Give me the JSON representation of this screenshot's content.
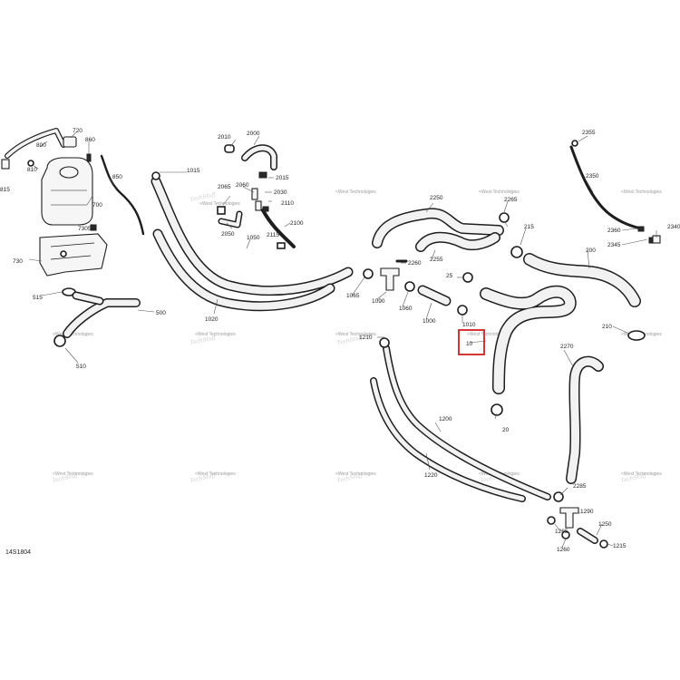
{
  "labels": {
    "p10": "10",
    "p20": "20",
    "p25": "25",
    "p200": "200",
    "p210": "210",
    "p215": "215",
    "p500": "500",
    "p510": "510",
    "p515": "515",
    "p700": "700",
    "p720": "720",
    "p730": "730",
    "p7305": "7305",
    "p800": "800",
    "p810": "810",
    "p815": "815",
    "p850": "850",
    "p860": "860",
    "p1000": "1000",
    "p1010": "1010",
    "p1015": "1015",
    "p1020": "1020",
    "p1050": "1050",
    "p1060": "1060",
    "p1065": "1065",
    "p1090": "1090",
    "p1200": "1200",
    "p1210": "1210",
    "p1215": "1215",
    "p1220": "1220",
    "p1250": "1250",
    "p1260": "1260",
    "p1265": "1265",
    "p1290": "1290",
    "p2000": "2000",
    "p2010": "2010",
    "p2015": "2015",
    "p2030": "2030",
    "p2050": "2050",
    "p2060": "2060",
    "p2065": "2065",
    "p2100": "2100",
    "p2110": "2110",
    "p2115": "2115",
    "p2250": "2250",
    "p2255": "2255",
    "p2260": "2260",
    "p2265": "2265",
    "p2270": "2270",
    "p2285": "2285",
    "p2340": "2340",
    "p2345": "2345",
    "p2350": "2350",
    "p2355": "2355",
    "p2360": "2360"
  },
  "watermark": {
    "line1": "<West Technologies",
    "line2": "TechStuff"
  },
  "document_id": "14S1804",
  "colors": {
    "line": "#1e1e1e",
    "highlight": "#d11f1f",
    "watermark": "#9a9a9a"
  }
}
